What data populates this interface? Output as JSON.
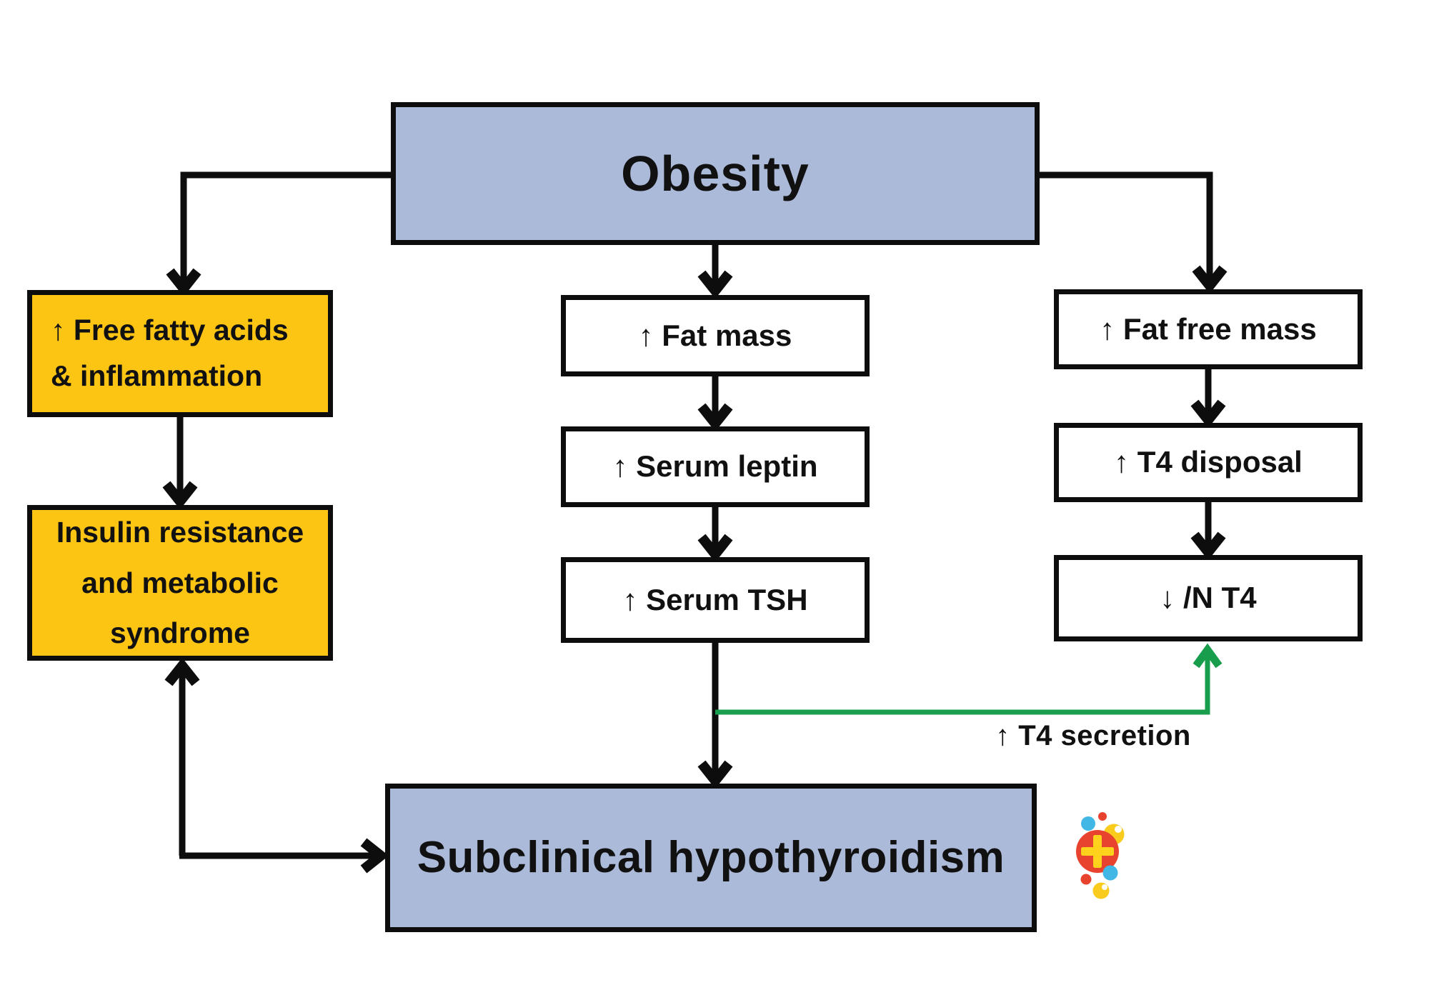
{
  "diagram": {
    "nodes": {
      "obesity": "Obesity",
      "free_fatty_acids": "↑ Free fatty acids\n& inflammation",
      "insulin_resistance": "Insulin resistance\nand metabolic\nsyndrome",
      "fat_mass": "↑ Fat mass",
      "serum_leptin": "↑ Serum leptin",
      "serum_tsh": "↑ Serum TSH",
      "fat_free_mass": "↑ Fat free mass",
      "t4_disposal": "↑ T4 disposal",
      "low_normal_t4": "↓ /N T4",
      "subclinical_hypothyroidism": "Subclinical hypothyroidism"
    },
    "edge_labels": {
      "t4_secretion_arrow": "↑",
      "t4_secretion": " T4 secretion"
    },
    "colors": {
      "node_blue": "#acbad9",
      "node_yellow": "#fdc513",
      "arrow_black": "#0d0d0d",
      "arrow_green": "#179d4c",
      "icon_red": "#e8432f",
      "icon_yellow": "#f8cb1d",
      "icon_blue": "#41b7e6"
    },
    "icon": "medical-plus-bubbles"
  }
}
